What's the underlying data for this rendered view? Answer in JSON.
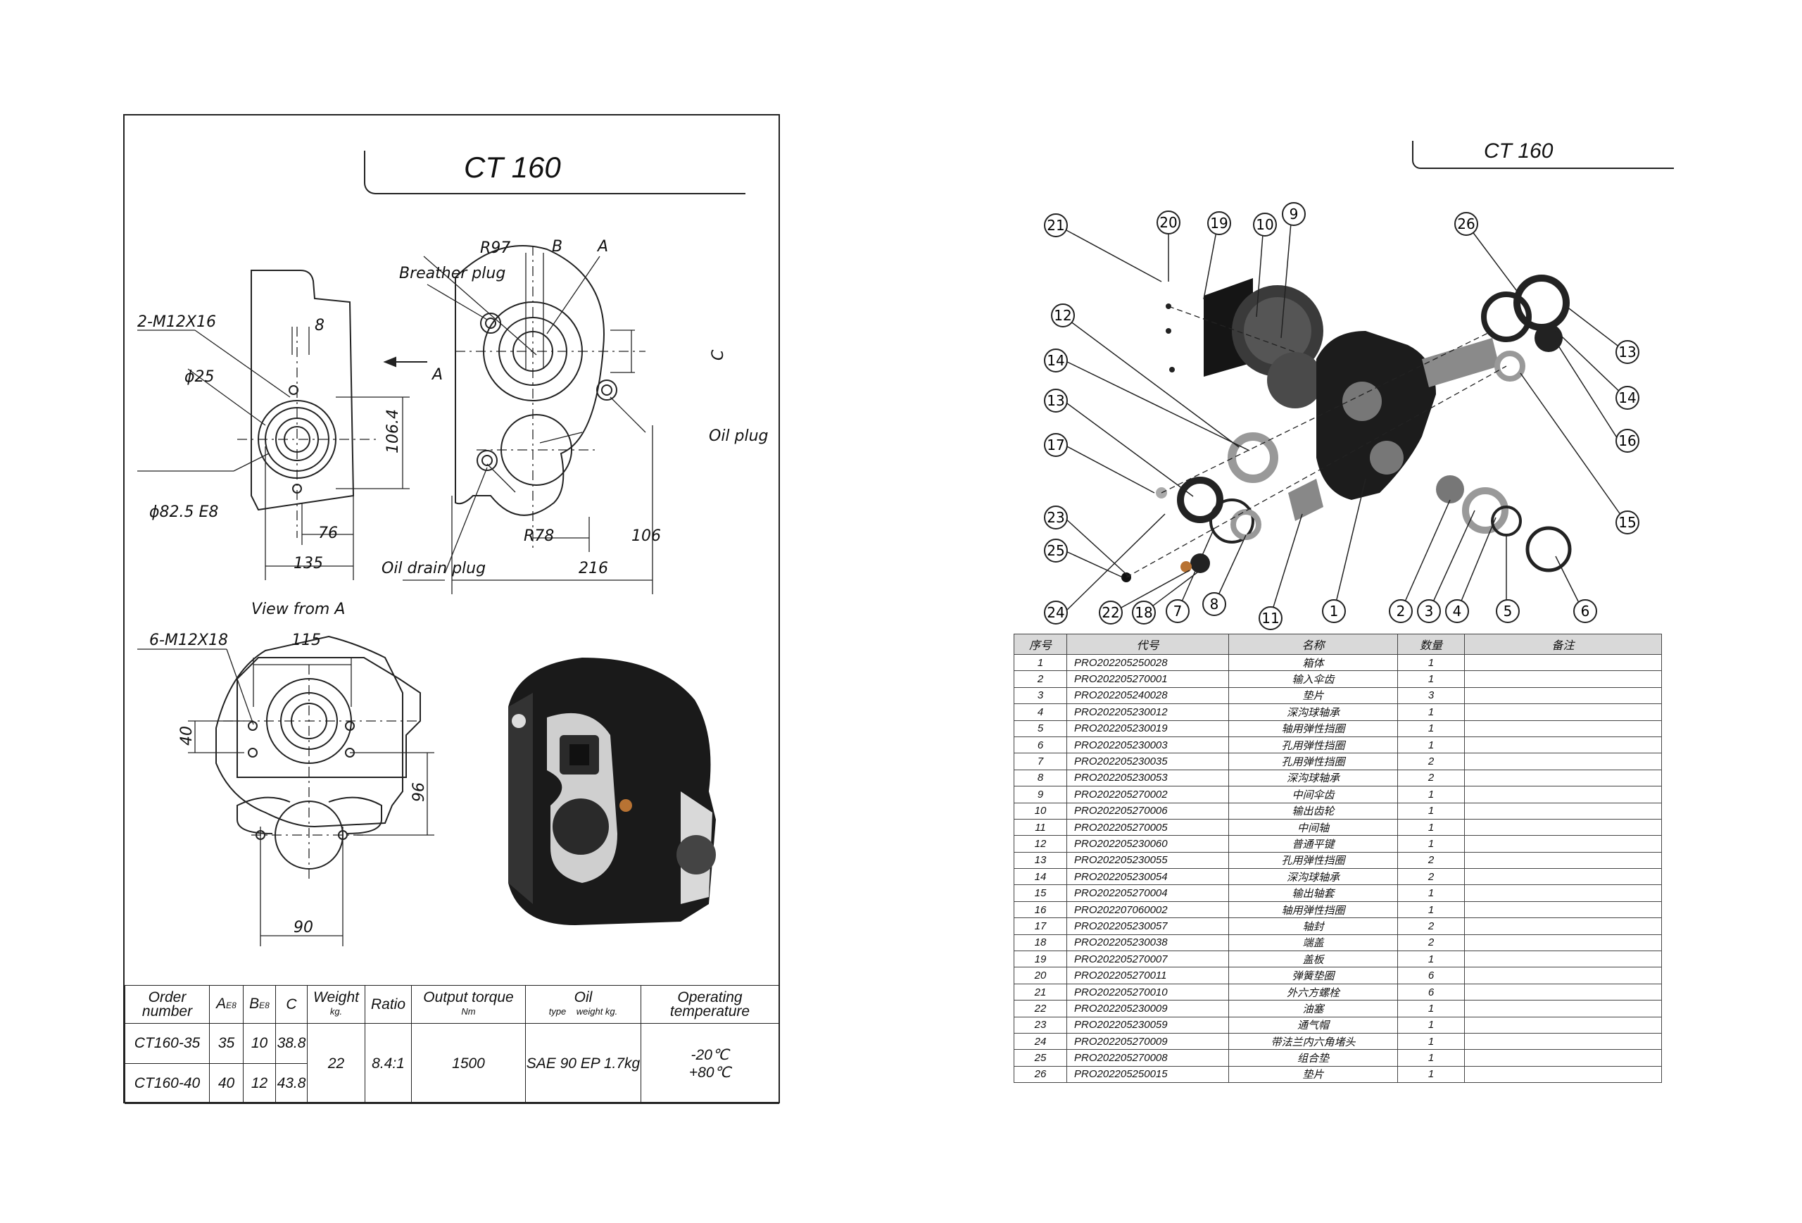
{
  "left": {
    "title": "CT 160",
    "labels": {
      "m12x16": "2-M12X16",
      "d25": "ϕ25",
      "d82": "ϕ82.5 E8",
      "dim8": "8",
      "dim76": "76",
      "dim135": "135",
      "dim106_4": "106.4",
      "arrowA": "A",
      "r97": "R97",
      "breather": "Breather plug",
      "b": "B",
      "a": "A",
      "c": "C",
      "oil_plug": "Oil plug",
      "r78": "R78",
      "dim106": "106",
      "dim216": "216",
      "oil_drain": "Oil drain plug",
      "view_from_a": "View from A",
      "m12x18": "6-M12X18",
      "dim115": "115",
      "dim40": "40",
      "dim96": "96",
      "dim90": "90"
    },
    "spec": {
      "headers": {
        "order": "Order number",
        "a": "A",
        "a_sub": "E8",
        "b": "B",
        "b_sub": "E8",
        "c": "C",
        "weight": "Weight",
        "weight_sub": "kg.",
        "ratio": "Ratio",
        "torque": "Output torque",
        "torque_sub": "Nm",
        "oil": "Oil",
        "oil_type": "type",
        "oil_weight": "weight kg.",
        "temp": "Operating temperature"
      },
      "rows": [
        {
          "order": "CT160-35",
          "a": "35",
          "b": "10",
          "c": "38.8"
        },
        {
          "order": "CT160-40",
          "a": "40",
          "b": "12",
          "c": "43.8"
        }
      ],
      "weight": "22",
      "ratio": "8.4:1",
      "torque": "1500",
      "oil": "SAE 90 EP 1.7kg",
      "temp_low": "-20℃",
      "temp_high": "+80℃"
    }
  },
  "right": {
    "title": "CT 160",
    "callouts": [
      "21",
      "20",
      "19",
      "10",
      "9",
      "26",
      "12",
      "14",
      "13",
      "17",
      "23",
      "25",
      "24",
      "22",
      "18",
      "7",
      "8",
      "11",
      "1",
      "2",
      "3",
      "4",
      "5",
      "6",
      "15",
      "16",
      "14",
      "13"
    ],
    "table": {
      "headers": [
        "序号",
        "代号",
        "名称",
        "数量",
        "备注"
      ],
      "rows": [
        [
          "1",
          "PRO202205250028",
          "箱体",
          "1",
          ""
        ],
        [
          "2",
          "PRO202205270001",
          "输入伞齿",
          "1",
          ""
        ],
        [
          "3",
          "PRO202205240028",
          "垫片",
          "3",
          ""
        ],
        [
          "4",
          "PRO202205230012",
          "深沟球轴承",
          "1",
          ""
        ],
        [
          "5",
          "PRO202205230019",
          "轴用弹性挡圈",
          "1",
          ""
        ],
        [
          "6",
          "PRO202205230003",
          "孔用弹性挡圈",
          "1",
          ""
        ],
        [
          "7",
          "PRO202205230035",
          "孔用弹性挡圈",
          "2",
          ""
        ],
        [
          "8",
          "PRO202205230053",
          "深沟球轴承",
          "2",
          ""
        ],
        [
          "9",
          "PRO202205270002",
          "中间伞齿",
          "1",
          ""
        ],
        [
          "10",
          "PRO202205270006",
          "输出齿轮",
          "1",
          ""
        ],
        [
          "11",
          "PRO202205270005",
          "中间轴",
          "1",
          ""
        ],
        [
          "12",
          "PRO202205230060",
          "普通平键",
          "1",
          ""
        ],
        [
          "13",
          "PRO202205230055",
          "孔用弹性挡圈",
          "2",
          ""
        ],
        [
          "14",
          "PRO202205230054",
          "深沟球轴承",
          "2",
          ""
        ],
        [
          "15",
          "PRO202205270004",
          "输出轴套",
          "1",
          ""
        ],
        [
          "16",
          "PRO202207060002",
          "轴用弹性挡圈",
          "1",
          ""
        ],
        [
          "17",
          "PRO202205230057",
          "轴封",
          "2",
          ""
        ],
        [
          "18",
          "PRO202205230038",
          "端盖",
          "2",
          ""
        ],
        [
          "19",
          "PRO202205270007",
          "盖板",
          "1",
          ""
        ],
        [
          "20",
          "PRO202205270011",
          "弹簧垫圈",
          "6",
          ""
        ],
        [
          "21",
          "PRO202205270010",
          "外六方螺栓",
          "6",
          ""
        ],
        [
          "22",
          "PRO202205230009",
          "油塞",
          "1",
          ""
        ],
        [
          "23",
          "PRO202205230059",
          "通气帽",
          "1",
          ""
        ],
        [
          "24",
          "PRO202205270009",
          "带法兰内六角堵头",
          "1",
          ""
        ],
        [
          "25",
          "PRO202205270008",
          "组合垫",
          "1",
          ""
        ],
        [
          "26",
          "PRO202205250015",
          "垫片",
          "1",
          ""
        ]
      ]
    }
  },
  "colors": {
    "line": "#222222",
    "table_header_bg": "#d9d9d9",
    "part_body": "#1a1a1a"
  }
}
